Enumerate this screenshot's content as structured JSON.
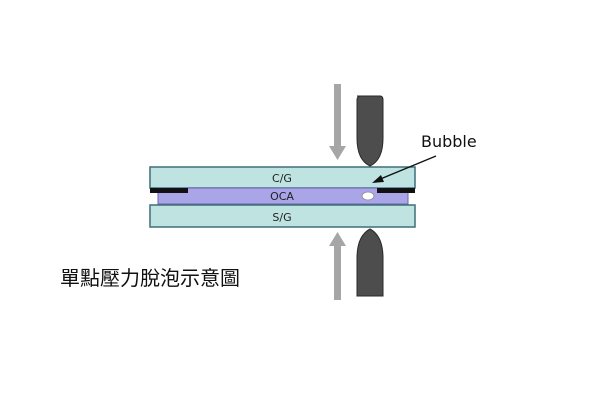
{
  "labels": {
    "cover_glass": "C/G",
    "oca": "OCA",
    "sensor_glass": "S/G",
    "bubble": "Bubble"
  },
  "caption": "單點壓力脫泡示意圖",
  "colors": {
    "glass_fill": "#bfe3e1",
    "glass_stroke": "#3f6f78",
    "oca_fill": "#a9a5e6",
    "probe_fill": "#4d4d4d",
    "arrow_fill": "#a6a6a6",
    "edge_strip": "#111111"
  },
  "icons": {
    "top_arrow": "down-arrow-icon",
    "bottom_arrow": "up-arrow-icon",
    "top_probe": "pressure-probe-icon",
    "bottom_probe": "pressure-probe-icon"
  }
}
